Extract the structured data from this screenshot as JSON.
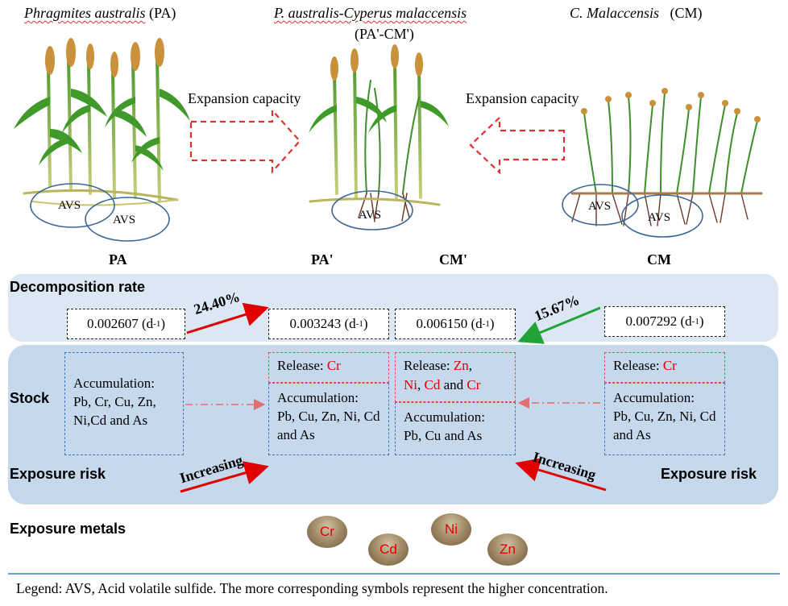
{
  "plants": {
    "pa": {
      "title_species": "Phragmites australis",
      "title_code": "(PA)",
      "label": "PA",
      "avs_1": "AVS",
      "avs_2": "AVS"
    },
    "mixed": {
      "title_species": "P. australis-Cyperus malaccensis",
      "title_code": "(PA'-CM')",
      "avs_1": "AVS",
      "label_pa": "PA'",
      "label_cm": "CM'"
    },
    "cm": {
      "title_species": "C. Malaccensis",
      "title_code": "(CM)",
      "label": "CM",
      "avs_1": "AVS",
      "avs_2": "AVS"
    }
  },
  "expansion": {
    "left": "Expansion capacity",
    "right": "Expansion capacity"
  },
  "decomposition": {
    "row_label": "Decomposition rate",
    "pa": "0.002607 (d",
    "pa_prime": "0.003243 (d",
    "cm_prime": "0.006150 (d",
    "cm": "0.007292 (d",
    "unit_sup": "-1",
    "unit_close": ")",
    "increase_left": "24.40%",
    "increase_right": "15.67%"
  },
  "stock": {
    "row_label": "Stock",
    "pa_accumulation_title": "Accumulation:",
    "pa_accumulation_list": "Pb, Cr, Cu, Zn, Ni,Cd and As",
    "pa_prime_release_label": "Release: ",
    "pa_prime_release_metals": "Cr",
    "pa_prime_accumulation_title": "Accumulation:",
    "pa_prime_accumulation_list": "Pb, Cu, Zn, Ni, Cd and As",
    "cm_prime_release_label": "Release: ",
    "cm_prime_release_zn": "Zn",
    "cm_prime_release_ni": "Ni",
    "cm_prime_release_cd": "Cd",
    "cm_prime_release_cr": "Cr",
    "cm_prime_release_and": "and",
    "cm_prime_accumulation_title": "Accumulation:",
    "cm_prime_accumulation_list": "Pb, Cu and As",
    "cm_release_label": "Release: ",
    "cm_release_metals": "Cr",
    "cm_accumulation_title": "Accumulation:",
    "cm_accumulation_list": "Pb, Cu, Zn, Ni, Cd and As"
  },
  "exposure": {
    "row_label_left": "Exposure risk",
    "row_label_right": "Exposure risk",
    "increasing_left": "Increasing",
    "increasing_right": "Increasing"
  },
  "exposure_metals": {
    "row_label": "Exposure metals",
    "metals": [
      "Cr",
      "Cd",
      "Ni",
      "Zn"
    ]
  },
  "legend": "Legend: AVS, Acid volatile sulfide. The more corresponding symbols represent the higher concentration.",
  "colors": {
    "accent_red": "#e00000",
    "arrow_green": "#21a33a",
    "panel_light": "#dbe7f3",
    "panel_dark": "#c6d8ec",
    "avs_ellipse": "#3c6696",
    "dashed_blue": "#3a7bc8"
  }
}
